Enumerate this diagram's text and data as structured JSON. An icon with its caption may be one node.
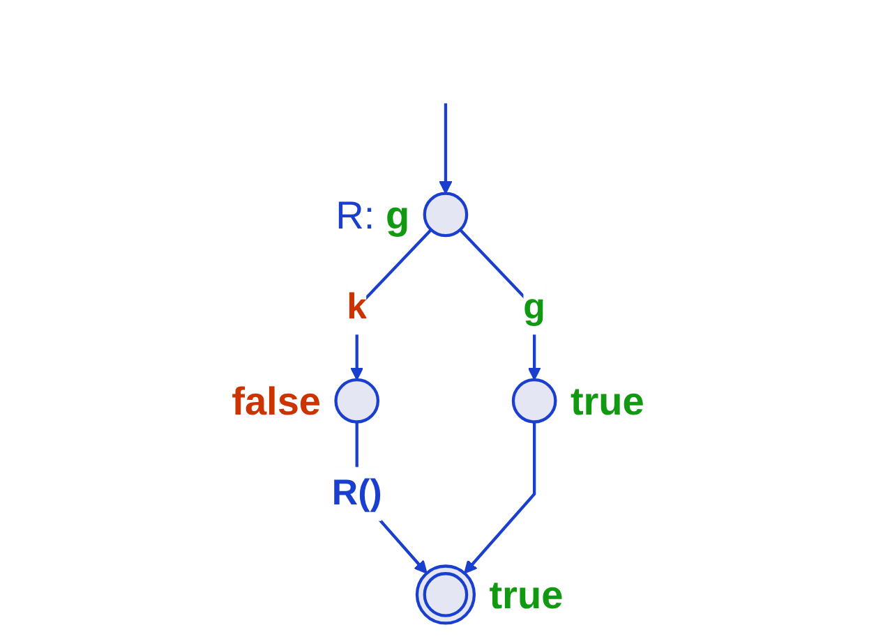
{
  "diagram": {
    "nodes": [
      {
        "text": [],
        "shape": "circle",
        "beside": [
          "R:",
          "g"
        ]
      },
      {
        "text": [],
        "shape": "circle",
        "beside": [
          "false"
        ]
      },
      {
        "text": [],
        "shape": "circle",
        "beside": [
          "true"
        ]
      },
      {
        "text": [],
        "shape": "double-circle",
        "beside": [
          "true"
        ]
      }
    ],
    "edges": [
      {
        "from": null,
        "to": 0,
        "arrow": "to"
      },
      {
        "from": 0,
        "to": 1,
        "arrow": "to",
        "label": "k"
      },
      {
        "from": 0,
        "to": 2,
        "arrow": "to",
        "label": "g"
      },
      {
        "from": 1,
        "to": 3,
        "arrow": "to",
        "label": "R()"
      },
      {
        "from": 2,
        "to": 3,
        "arrow": "to"
      }
    ]
  }
}
